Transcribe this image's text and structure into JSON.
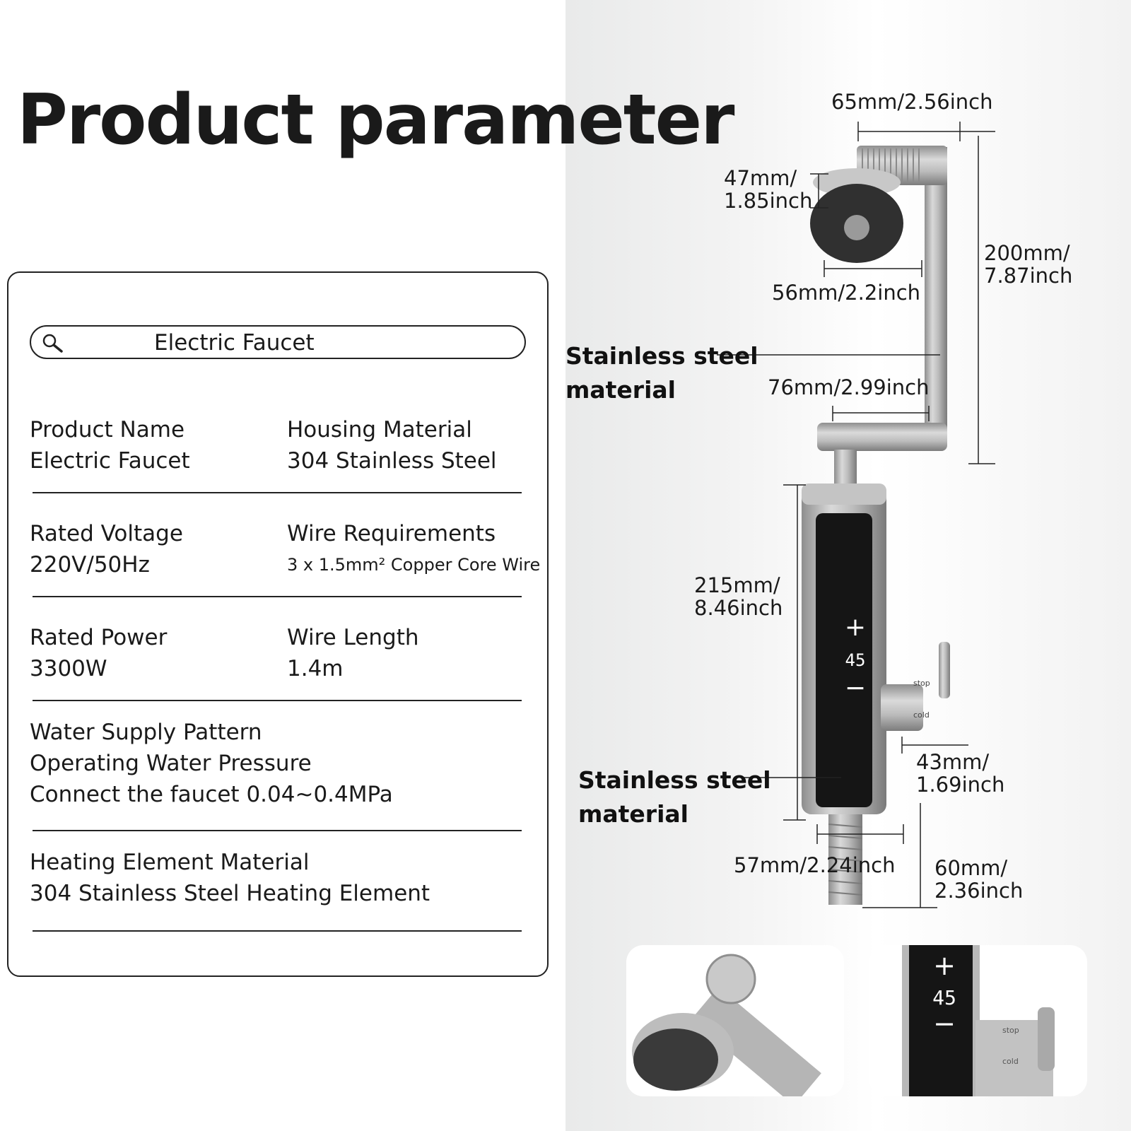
{
  "title": "Product parameter",
  "search": {
    "text": "Electric Faucet"
  },
  "specs": {
    "row1": {
      "left_label": "Product Name",
      "left_value": "Electric Faucet",
      "right_label": "Housing Material",
      "right_value": "304 Stainless Steel"
    },
    "row2": {
      "left_label": "Rated Voltage",
      "left_value": "220V/50Hz",
      "right_label": "Wire Requirements",
      "right_value": "3 x 1.5mm² Copper Core Wire"
    },
    "row3": {
      "left_label": "Rated Power",
      "left_value": "3300W",
      "right_label": "Wire Length",
      "right_value": "1.4m"
    },
    "row4": {
      "line1": "Water Supply Pattern",
      "line2": "Operating Water Pressure",
      "line3": "Connect the faucet 0.04~0.4MPa"
    },
    "row5": {
      "line1": "Heating Element Material",
      "line2": "304 Stainless Steel Heating Element"
    }
  },
  "dimensions": {
    "top_width": "65mm/2.56inch",
    "head_height_1": "47mm/",
    "head_height_2": "1.85inch",
    "head_width": "56mm/2.2inch",
    "arm_height_1": "200mm/",
    "arm_height_2": "7.87inch",
    "arm_width": "76mm/2.99inch",
    "body_height_1": "215mm/",
    "body_height_2": "8.46inch",
    "handle_1": "43mm/",
    "handle_2": "1.69inch",
    "base_width": "57mm/2.24inch",
    "thread_1": "60mm/",
    "thread_2": "2.36inch"
  },
  "callouts": {
    "upper_1": "Stainless steel",
    "upper_2": "material",
    "lower_1": "Stainless steel",
    "lower_2": "material"
  },
  "display": {
    "temperature": "45",
    "plus": "+",
    "minus": "−",
    "stop": "stop",
    "cold": "cold"
  },
  "colors": {
    "card_border": "#222222",
    "display_black": "#151515",
    "steel": "#b9b9b9"
  }
}
